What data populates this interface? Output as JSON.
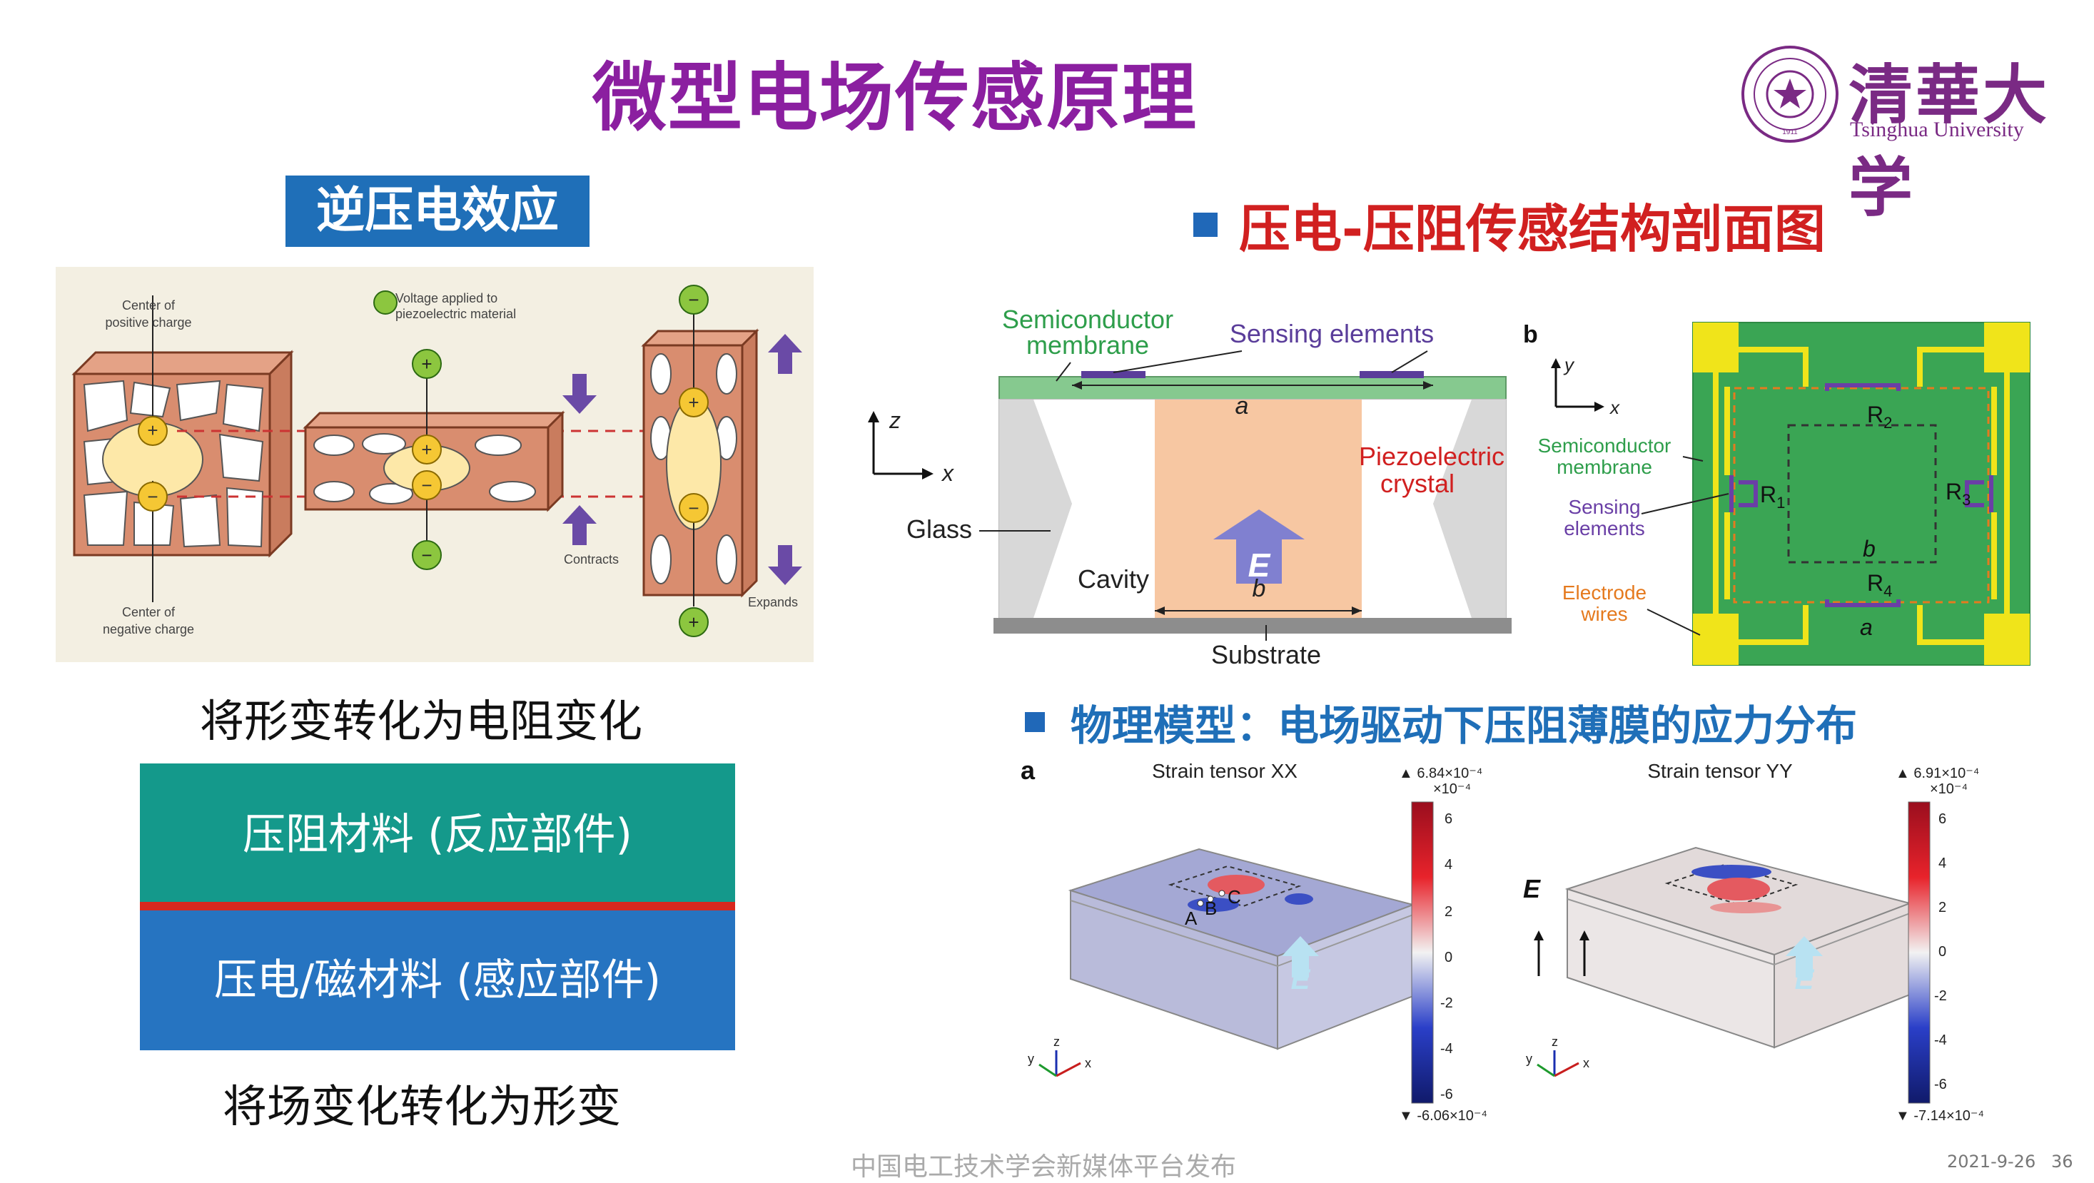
{
  "title": "微型电场传感原理",
  "logo": {
    "cn": "清華大学",
    "en": "Tsinghua University",
    "seal_year": "1911"
  },
  "left": {
    "label": "逆压电效应",
    "diagram": {
      "center_positive": "Center of\npositive charge",
      "center_negative": "Center of\nnegative charge",
      "voltage_applied": "Voltage applied to\npiezoelectric material",
      "contracts": "Contracts",
      "expands": "Expands",
      "plus": "+",
      "minus": "−"
    },
    "caption_top": "将形变转化为电阻变化",
    "box_top": "压阻材料 (反应部件)",
    "box_bottom": "压电/磁材料 (感应部件)",
    "caption_bottom": "将场变化转化为形变"
  },
  "right": {
    "section1": "压电-压阻传感结构剖面图",
    "cross": {
      "semiconductor_membrane": "Semiconductor\nmembrane",
      "sensing_elements": "Sensing elements",
      "glass": "Glass",
      "cavity": "Cavity",
      "piezo_crystal": "Piezoelectric\ncrystal",
      "substrate": "Substrate",
      "a": "a",
      "b": "b",
      "E": "E",
      "z": "z",
      "x": "x"
    },
    "top": {
      "panel": "b",
      "semiconductor_membrane": "Semiconductor\nmembrane",
      "sensing_elements": "Sensing\nelements",
      "electrode_wires": "Electrode\nwires",
      "R1": "R1",
      "R2": "R2",
      "R3": "R3",
      "R4": "R4",
      "a": "a",
      "b": "b",
      "x": "x",
      "y": "y"
    },
    "section2": "物理模型：电场驱动下压阻薄膜的应力分布",
    "panel_a": "a",
    "strain_xx": {
      "title": "Strain tensor XX",
      "max": "▲ 6.84×10⁻⁴",
      "min": "▼ -6.06×10⁻⁴",
      "unit": "×10⁻⁴",
      "ticks": [
        "6",
        "4",
        "2",
        "0",
        "-2",
        "-4",
        "-6"
      ],
      "points": [
        "A",
        "B",
        "C"
      ]
    },
    "strain_yy": {
      "title": "Strain tensor YY",
      "max": "▲ 6.91×10⁻⁴",
      "min": "▼ -7.14×10⁻⁴",
      "unit": "×10⁻⁴",
      "ticks": [
        "6",
        "4",
        "2",
        "0",
        "-2",
        "-4",
        "-6"
      ]
    },
    "E": "E"
  },
  "footer": "中国电工技术学会新媒体平台发布",
  "date": "2021-9-26",
  "page": "36"
}
